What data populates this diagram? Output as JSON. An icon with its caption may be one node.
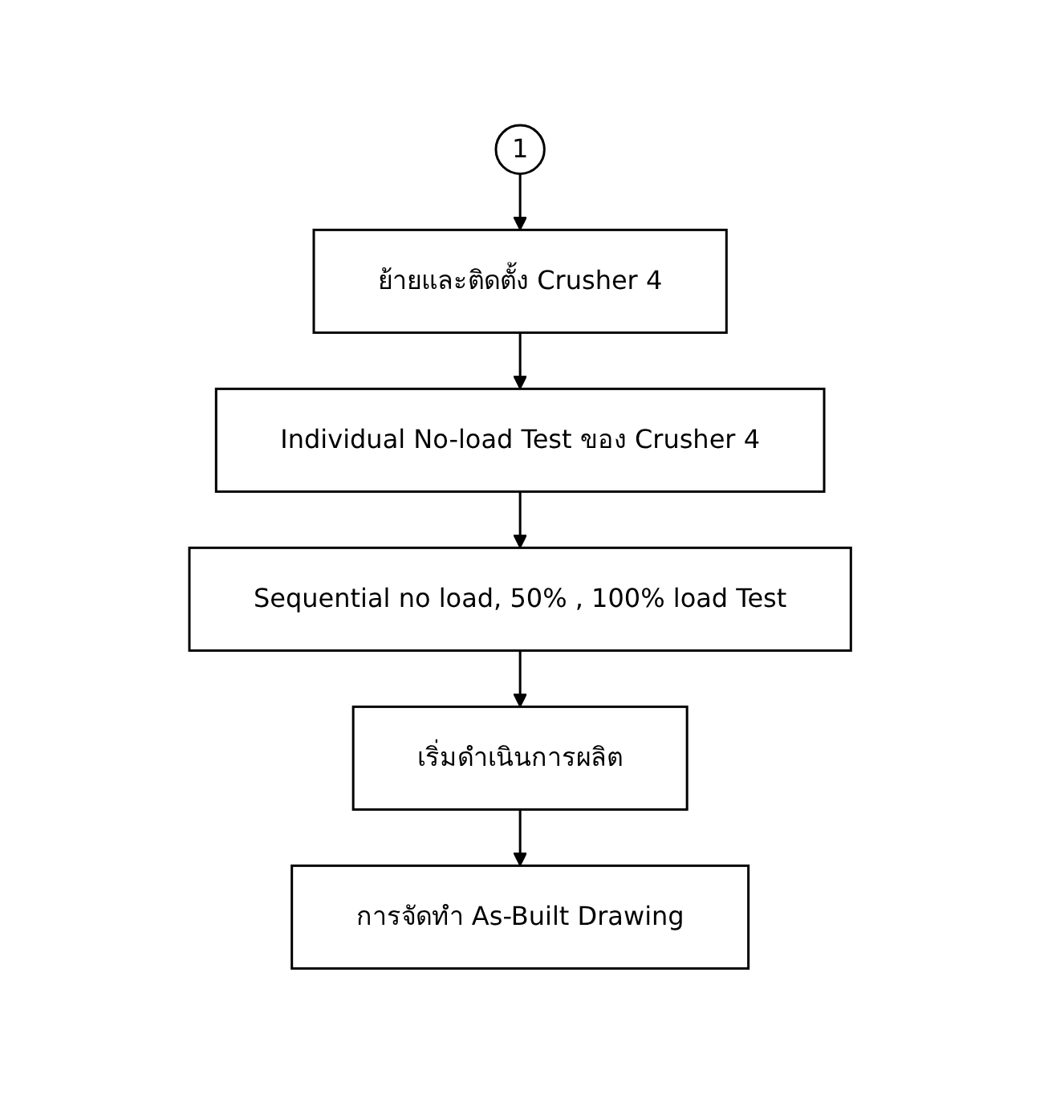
{
  "diagram": {
    "nodes": [
      {
        "text": [
          "1"
        ]
      },
      {
        "text": [
          "ย้ายและติดตั้ง Crusher 4"
        ]
      },
      {
        "text": [
          "Individual No-load Test ของ Crusher 4"
        ]
      },
      {
        "text": [
          "Sequential no load, 50% , 100% load Test"
        ]
      },
      {
        "text": [
          "เริ่มดำเนินการผลิต"
        ]
      },
      {
        "text": [
          "การจัดทำ As-Built Drawing"
        ]
      }
    ],
    "edges": [
      {
        "from": 0,
        "to": 1,
        "arrow": "to"
      },
      {
        "from": 1,
        "to": 2,
        "arrow": "to"
      },
      {
        "from": 2,
        "to": 3,
        "arrow": "to"
      },
      {
        "from": 3,
        "to": 4,
        "arrow": "to"
      },
      {
        "from": 4,
        "to": 5,
        "arrow": "to"
      }
    ]
  }
}
